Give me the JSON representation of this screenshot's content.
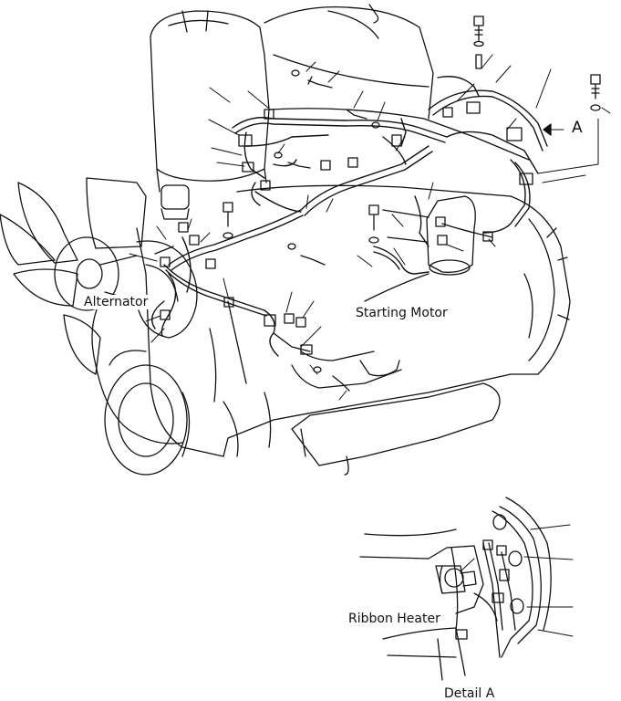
{
  "labels": {
    "alternator": "Alternator",
    "starting_motor": "Starting Motor",
    "view_arrow": "A",
    "ribbon_heater": "Ribbon Heater",
    "detail": "Detail A"
  },
  "colors": {
    "line": "#111111",
    "background": "#ffffff"
  }
}
